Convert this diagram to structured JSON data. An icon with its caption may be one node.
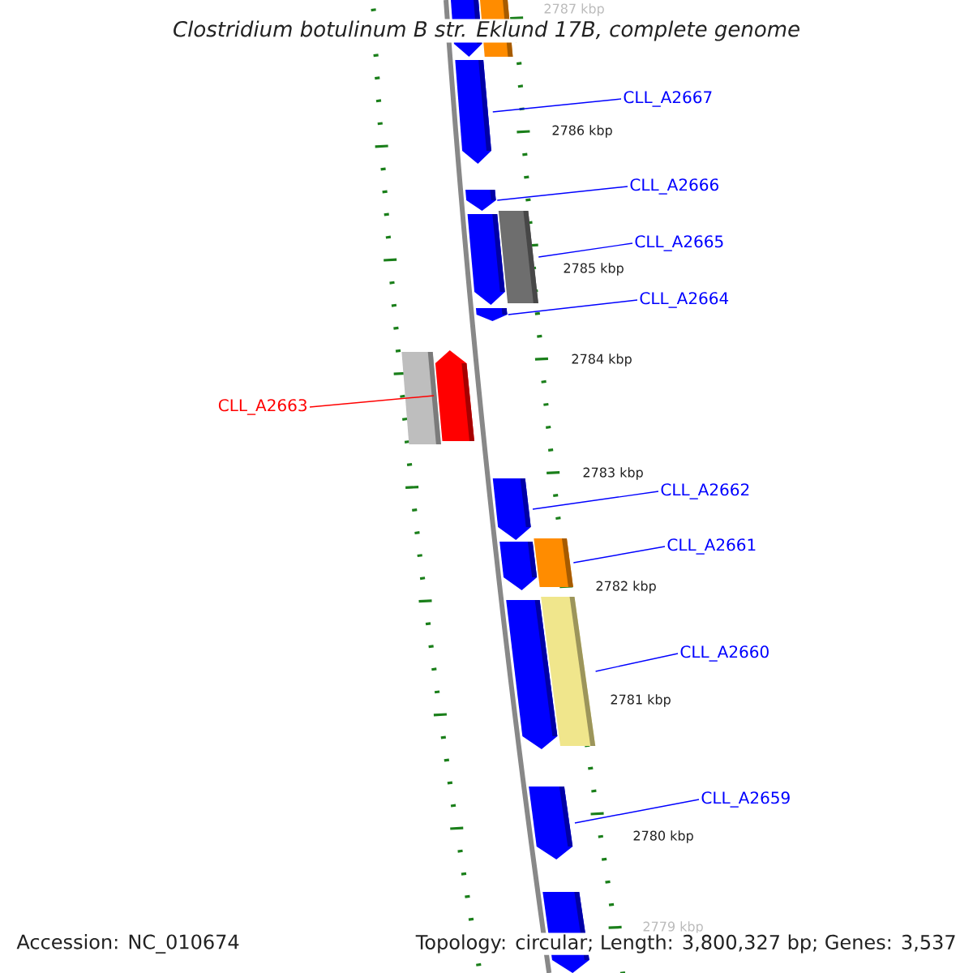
{
  "diagram": {
    "title": "Clostridium botulinum B str. Eklund 17B, complete genome",
    "nodes": [
      {
        "text": [],
        "shape": "arrow"
      },
      {
        "text": [],
        "shape": "box"
      },
      {
        "text": [],
        "shape": "arrow"
      },
      {
        "text": [],
        "shape": "arrow"
      },
      {
        "text": [],
        "shape": "arrow"
      },
      {
        "text": [],
        "shape": "box"
      },
      {
        "text": [],
        "shape": "arrow"
      },
      {
        "text": [],
        "shape": "box"
      },
      {
        "text": [],
        "shape": "arrow"
      },
      {
        "text": [],
        "shape": "arrow"
      },
      {
        "text": [],
        "shape": "arrow"
      },
      {
        "text": [],
        "shape": "box"
      },
      {
        "text": [],
        "shape": "arrow"
      },
      {
        "text": [],
        "shape": "box"
      },
      {
        "text": [],
        "shape": "arrow"
      },
      {
        "text": [],
        "shape": "arrow"
      },
      {
        "text": [
          "CLL_A2667"
        ]
      },
      {
        "text": [
          "CLL_A2666"
        ]
      },
      {
        "text": [
          "CLL_A2665"
        ]
      },
      {
        "text": [
          "CLL_A2664"
        ]
      },
      {
        "text": [
          "CLL_A2663"
        ]
      },
      {
        "text": [
          "CLL_A2662"
        ]
      },
      {
        "text": [
          "CLL_A2661"
        ]
      },
      {
        "text": [
          "CLL_A2660"
        ]
      },
      {
        "text": [
          "CLL_A2659"
        ]
      }
    ],
    "edges": [
      {
        "from": 16,
        "to": 2,
        "arrow": "none"
      },
      {
        "from": 17,
        "to": 3,
        "arrow": "none"
      },
      {
        "from": 18,
        "to": 5,
        "arrow": "none"
      },
      {
        "from": 19,
        "to": 6,
        "arrow": "none"
      },
      {
        "from": 20,
        "to": 8,
        "arrow": "none",
        "color": "#ff0000"
      },
      {
        "from": 21,
        "to": 9,
        "arrow": "none"
      },
      {
        "from": 22,
        "to": 11,
        "arrow": "none"
      },
      {
        "from": 23,
        "to": 13,
        "arrow": "none"
      },
      {
        "from": 24,
        "to": 14,
        "arrow": "none"
      }
    ],
    "labels": [
      "2787 kbp",
      "2786 kbp",
      "2785 kbp",
      "2784 kbp",
      "2783 kbp",
      "2782 kbp",
      "2781 kbp",
      "2780 kbp",
      "2779 kbp",
      "Accession: NC_010674",
      "Topology: circular; Length: 3,800,327 bp; Genes: 3,537"
    ]
  }
}
